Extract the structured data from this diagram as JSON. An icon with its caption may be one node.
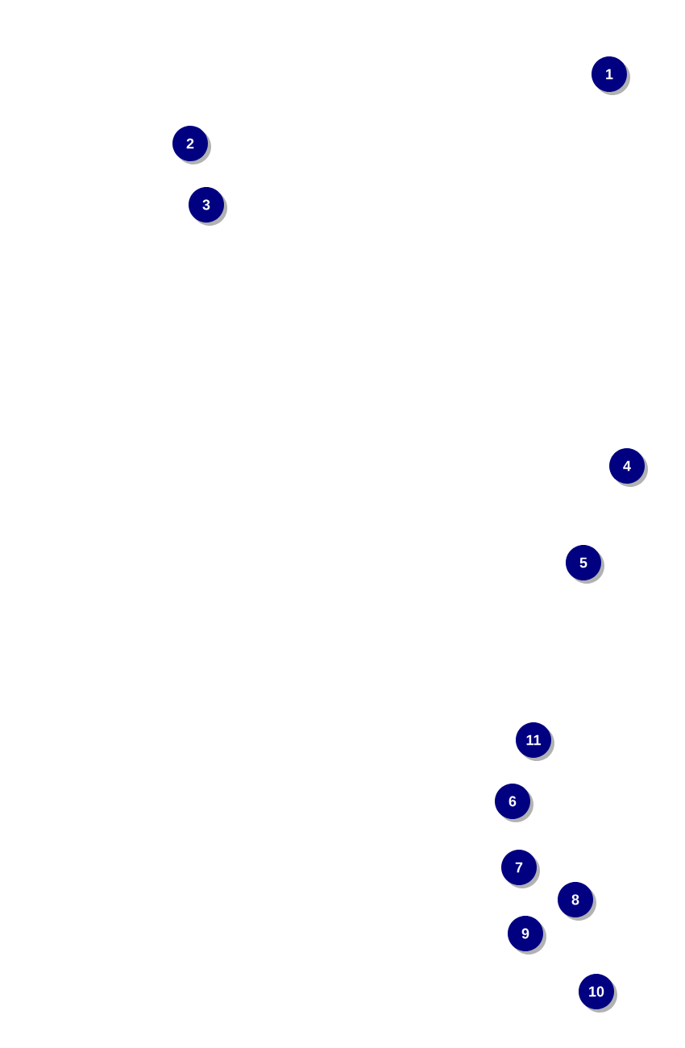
{
  "diagram": {
    "labels": [
      "1",
      "2",
      "3",
      "4",
      "5",
      "11",
      "6",
      "7",
      "8",
      "9",
      "10"
    ]
  }
}
